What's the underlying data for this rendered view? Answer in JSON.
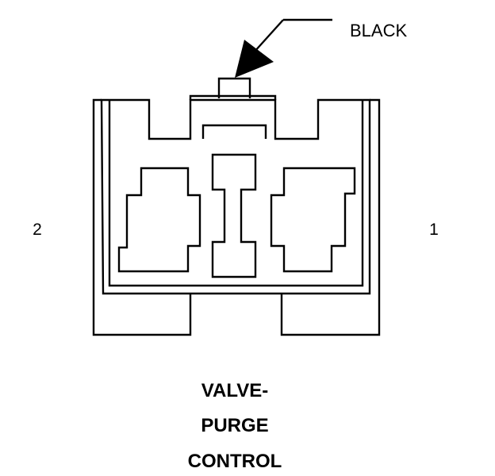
{
  "wire_color": "BLACK",
  "pin_labels": {
    "left": "2",
    "right": "1"
  },
  "title_lines": [
    "VALVE-",
    "PURGE",
    "CONTROL"
  ]
}
